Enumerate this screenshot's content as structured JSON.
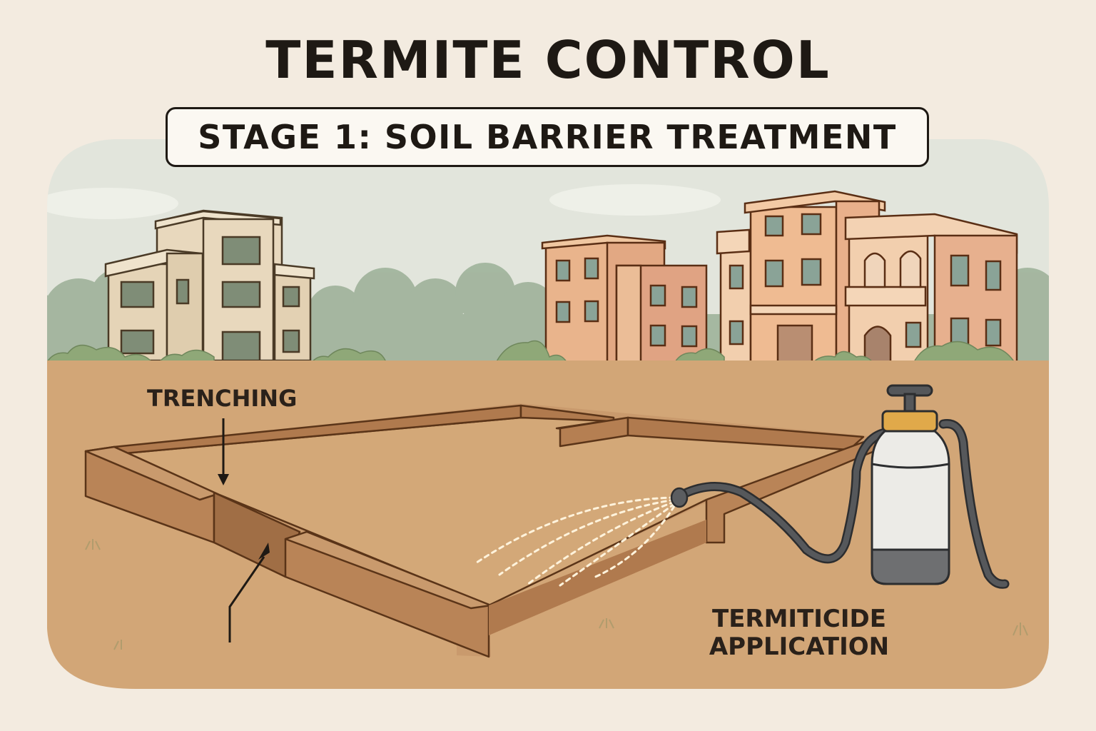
{
  "header": {
    "title": "TERMITE CONTROL",
    "stage_label": "STAGE 1: SOIL BARRIER TREATMENT"
  },
  "labels": {
    "trenching": "TRENCHING",
    "termiticide_line1": "TERMITICIDE",
    "termiticide_line2": "APPLICATION"
  },
  "scene": {
    "elements": [
      "background-buildings",
      "trees",
      "bushes",
      "soil-ground",
      "perimeter-trench",
      "hand-pump-sprayer",
      "hose",
      "spray-nozzle",
      "spray-stream",
      "annotation-arrows"
    ]
  },
  "colors": {
    "page_bg": "#f3ebe0",
    "sky": "#e3e6dd",
    "soil": "#d2a677",
    "trench_wall": "#b98457",
    "outline": "#4a2c18",
    "text": "#1e1914",
    "sprayer_body": "#e9e7e2",
    "sprayer_base": "#6b6b6b",
    "sprayer_cap": "#e0a94a",
    "hose": "#4d4f52"
  }
}
